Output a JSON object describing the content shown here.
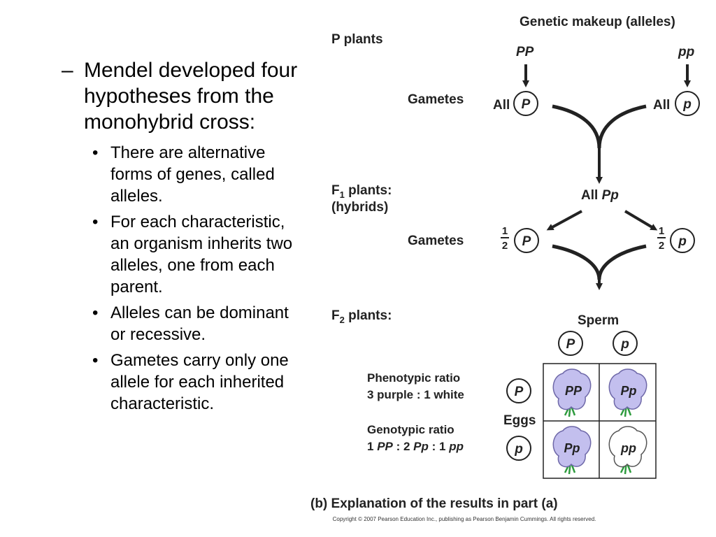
{
  "slide": {
    "heading": "Mendel developed four hypotheses from the monohybrid cross:",
    "heading_marker": "–",
    "bullet_marker": "•",
    "bullets": [
      "There are alternative forms of genes, called alleles.",
      "For each characteristic, an organism inherits two alleles, one from each parent.",
      "Alleles can be dominant or recessive.",
      "Gametes carry only one allele for each inherited characteristic."
    ]
  },
  "figure": {
    "genetic_makeup_title": "Genetic makeup (alleles)",
    "p_plants_label": "P plants",
    "p_left_genotype": "PP",
    "p_right_genotype": "pp",
    "gametes_label": "Gametes",
    "all_label": "All",
    "allele_dominant": "P",
    "allele_recessive": "p",
    "f1_label_main": "F",
    "f1_sub": "1",
    "f1_label_rest": " plants:",
    "f1_hybrids": "(hybrids)",
    "f1_result_all": "All ",
    "f1_result_genotype": "Pp",
    "fraction_num": "1",
    "fraction_den": "2",
    "f2_label_main": "F",
    "f2_sub": "2",
    "f2_label_rest": " plants:",
    "sperm_label": "Sperm",
    "eggs_label": "Eggs",
    "phenotypic_title": "Phenotypic ratio",
    "phenotypic_ratio": "3 purple : 1 white",
    "genotypic_title": "Genotypic ratio",
    "genotypic_ratio": {
      "n1": "1 ",
      "g1": "PP",
      "sep1": " : 2 ",
      "g2": "Pp",
      "sep2": " : 1 ",
      "g3": "pp"
    },
    "punnett": [
      {
        "genotype": "PP",
        "color": "purple"
      },
      {
        "genotype": "Pp",
        "color": "purple"
      },
      {
        "genotype": "Pp",
        "color": "purple"
      },
      {
        "genotype": "pp",
        "color": "white"
      }
    ],
    "caption": "(b) Explanation of the results in part (a)",
    "copyright": "Copyright © 2007 Pearson Education Inc., publishing as Pearson Benjamin Cummings. All rights reserved.",
    "colors": {
      "purple_flower": "#c3bfee",
      "purple_stroke": "#6e68a8",
      "white_flower": "#ffffff",
      "stem": "#2e9b3e",
      "text": "#222222"
    }
  }
}
